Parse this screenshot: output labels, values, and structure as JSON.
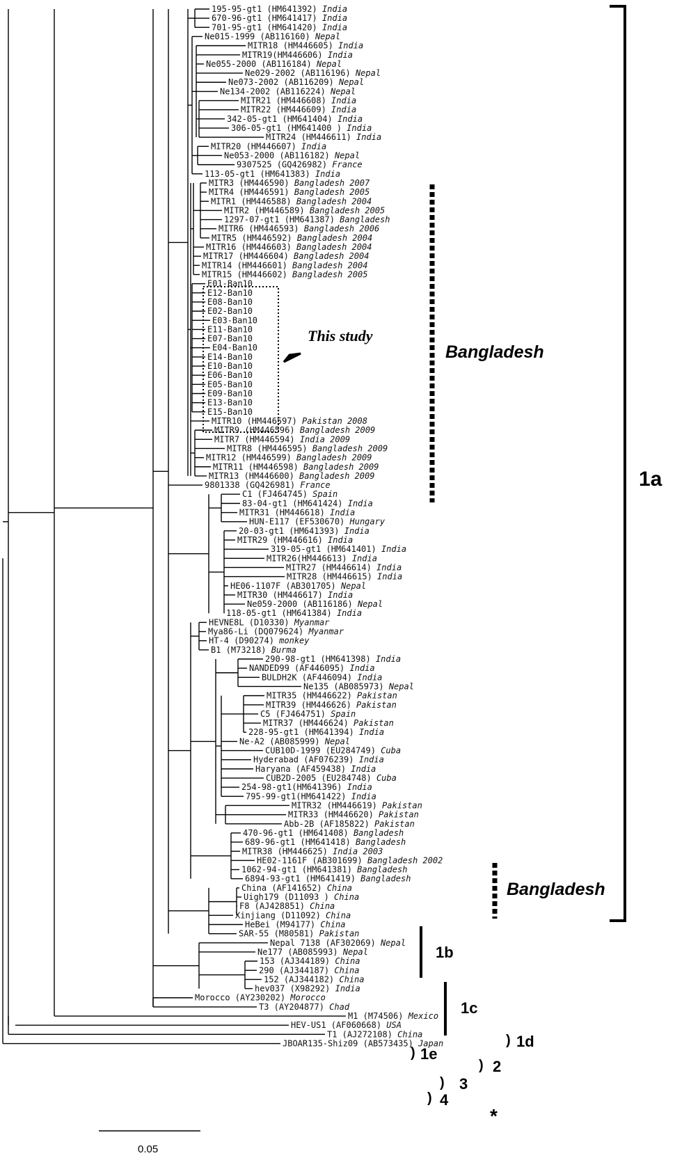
{
  "taxa": [
    {
      "id": "195-95-gt1 (HM641392)",
      "country": "India"
    },
    {
      "id": "670-96-gt1 (HM641417)",
      "country": "India"
    },
    {
      "id": "701-95-gt1 (HM641420)",
      "country": "India"
    },
    {
      "id": "Ne015-1999 (AB116160)",
      "country": "Nepal"
    },
    {
      "id": "MITR18 (HM446605)",
      "country": "India"
    },
    {
      "id": "MITR19(HM446606)",
      "country": "India"
    },
    {
      "id": "Ne055-2000 (AB116184)",
      "country": "Nepal"
    },
    {
      "id": "Ne029-2002 (AB116196)",
      "country": "Nepal"
    },
    {
      "id": "Ne073-2002 (AB116209)",
      "country": "Nepal"
    },
    {
      "id": "Ne134-2002 (AB116224)",
      "country": "Nepal"
    },
    {
      "id": "MITR21 (HM446608)",
      "country": "India"
    },
    {
      "id": "MITR22 (HM446609)",
      "country": "India"
    },
    {
      "id": "342-05-gt1 (HM641404)",
      "country": "India"
    },
    {
      "id": "306-05-gt1 (HM641400 )",
      "country": "India"
    },
    {
      "id": "MITR24 (HM446611)",
      "country": "India"
    },
    {
      "id": "MITR20 (HM446607)",
      "country": "India"
    },
    {
      "id": "Ne053-2000 (AB116182)",
      "country": "Nepal"
    },
    {
      "id": "9307525 (GQ426982)",
      "country": "France"
    },
    {
      "id": "113-05-gt1 (HM641383)",
      "country": "India"
    },
    {
      "id": "MITR3 (HM446590)",
      "country": "Bangladesh 2007"
    },
    {
      "id": "MITR4 (HM446591)",
      "country": "Bangladesh 2005"
    },
    {
      "id": "MITR1 (HM446588)",
      "country": "Bangladesh 2004"
    },
    {
      "id": "MITR2 (HM446589)",
      "country": "Bangladesh 2005"
    },
    {
      "id": "1297-07-gt1 (HM641387)",
      "country": "Bangladesh"
    },
    {
      "id": "MITR6 (HM446593)",
      "country": "Bangladesh 2006"
    },
    {
      "id": "MITR5 (HM446592)",
      "country": "Bangladesh 2004"
    },
    {
      "id": "MITR16 (HM446603)",
      "country": "Bangladesh 2004"
    },
    {
      "id": "MITR17 (HM446604)",
      "country": "Bangladesh 2004"
    },
    {
      "id": "MITR14 (HM446601)",
      "country": "Bangladesh 2004"
    },
    {
      "id": "MITR15 (HM446602)",
      "country": "Bangladesh 2005"
    },
    {
      "id": "E01-Ban10",
      "country": ""
    },
    {
      "id": "E12-Ban10",
      "country": ""
    },
    {
      "id": "E08-Ban10",
      "country": ""
    },
    {
      "id": "E02-Ban10",
      "country": ""
    },
    {
      "id": "E03-Ban10",
      "country": ""
    },
    {
      "id": "E11-Ban10",
      "country": ""
    },
    {
      "id": "E07-Ban10",
      "country": ""
    },
    {
      "id": "E04-Ban10",
      "country": ""
    },
    {
      "id": "E14-Ban10",
      "country": ""
    },
    {
      "id": "E10-Ban10",
      "country": ""
    },
    {
      "id": "E06-Ban10",
      "country": ""
    },
    {
      "id": "E05-Ban10",
      "country": ""
    },
    {
      "id": "E09-Ban10",
      "country": ""
    },
    {
      "id": "E13-Ban10",
      "country": ""
    },
    {
      "id": "E15-Ban10",
      "country": ""
    },
    {
      "id": "MITR10 (HM446597)",
      "country": "Pakistan 2008"
    },
    {
      "id": "MITR9 (HM446596)",
      "country": "Bangladesh 2009"
    },
    {
      "id": "MITR7 (HM446594)",
      "country": "India 2009"
    },
    {
      "id": "MITR8 (HM446595)",
      "country": "Bangladesh 2009"
    },
    {
      "id": "MITR12 (HM446599)",
      "country": "Bangladesh 2009"
    },
    {
      "id": "MITR11 (HM446598)",
      "country": "Bangladesh 2009"
    },
    {
      "id": "MITR13 (HM446600)",
      "country": "Bangladesh 2009"
    },
    {
      "id": "9801338 (GQ426981)",
      "country": "France"
    },
    {
      "id": "C1 (FJ464745)",
      "country": "Spain"
    },
    {
      "id": "83-04-gt1 (HM641424)",
      "country": "India"
    },
    {
      "id": "MITR31 (HM446618)",
      "country": "India"
    },
    {
      "id": "HUN-E117 (EF530670)",
      "country": "Hungary"
    },
    {
      "id": "20-03-gt1 (HM641393)",
      "country": "India"
    },
    {
      "id": "MITR29 (HM446616)",
      "country": "India"
    },
    {
      "id": "319-05-gt1 (HM641401)",
      "country": "India"
    },
    {
      "id": "MITR26(HM446613)",
      "country": "India"
    },
    {
      "id": "MITR27 (HM446614)",
      "country": "India"
    },
    {
      "id": "MITR28 (HM446615)",
      "country": "India"
    },
    {
      "id": "HE06-1107F (AB301705)",
      "country": "Nepal"
    },
    {
      "id": "MITR30 (HM446617)",
      "country": "India"
    },
    {
      "id": "Ne059-2000 (AB116186)",
      "country": "Nepal"
    },
    {
      "id": "118-05-gt1 (HM641384)",
      "country": "India"
    },
    {
      "id": "HEVNE8L (D10330)",
      "country": "Myanmar"
    },
    {
      "id": "Mya86-Li (DQ079624)",
      "country": "Myanmar"
    },
    {
      "id": "HT-4 (D90274)",
      "country": "monkey"
    },
    {
      "id": "B1 (M73218)",
      "country": "Burma"
    },
    {
      "id": "290-98-gt1 (HM641398)",
      "country": "India"
    },
    {
      "id": "NANDED99 (AF446095)",
      "country": "India"
    },
    {
      "id": "BULDH2K (AF446094)",
      "country": "India"
    },
    {
      "id": "Ne135 (AB085973)",
      "country": "Nepal"
    },
    {
      "id": "MITR35 (HM446622)",
      "country": "Pakistan"
    },
    {
      "id": "MITR39 (HM446626)",
      "country": "Pakistan"
    },
    {
      "id": "C5 (FJ464751)",
      "country": "Spain"
    },
    {
      "id": "MITR37 (HM446624)",
      "country": "Pakistan"
    },
    {
      "id": "228-95-gt1 (HM641394)",
      "country": "India"
    },
    {
      "id": "Ne-A2 (AB085999)",
      "country": "Nepal"
    },
    {
      "id": "CUB10D-1999 (EU284749)",
      "country": "Cuba"
    },
    {
      "id": "Hyderabad (AF076239)",
      "country": "India"
    },
    {
      "id": "Haryana (AF459438)",
      "country": "India"
    },
    {
      "id": "CUB2D-2005 (EU284748)",
      "country": "Cuba"
    },
    {
      "id": "254-98-gt1(HM641396)",
      "country": "India"
    },
    {
      "id": "795-99-gt1(HM641422)",
      "country": "India"
    },
    {
      "id": "MITR32 (HM446619)",
      "country": "Pakistan"
    },
    {
      "id": "MITR33 (HM446620)",
      "country": "Pakistan"
    },
    {
      "id": "Abb-2B (AF185822)",
      "country": "Pakistan"
    },
    {
      "id": "470-96-gt1 (HM641408)",
      "country": "Bangladesh"
    },
    {
      "id": "689-96-gt1 (HM641418)",
      "country": "Bangladesh"
    },
    {
      "id": "MITR38 (HM446625)",
      "country": "India 2003"
    },
    {
      "id": "HE02-1161F (AB301699)",
      "country": "Bangladesh 2002"
    },
    {
      "id": "1062-94-gt1 (HM641381)",
      "country": "Bangladesh"
    },
    {
      "id": "6894-93-gt1 (HM641419)",
      "country": "Bangladesh"
    },
    {
      "id": "China (AF141652)",
      "country": "China"
    },
    {
      "id": "Uigh179 (D11093 )",
      "country": "China"
    },
    {
      "id": "F8 (AJ428851)",
      "country": "China"
    },
    {
      "id": "Xinjiang (D11092)",
      "country": "China"
    },
    {
      "id": "HeBei (M94177)",
      "country": "China"
    },
    {
      "id": "SAR-55 (M80581)",
      "country": "Pakistan"
    },
    {
      "id": "Nepal 7138 (AF302069)",
      "country": "Nepal"
    },
    {
      "id": "Ne177 (AB085993)",
      "country": "Nepal"
    },
    {
      "id": "153 (AJ344189)",
      "country": "China"
    },
    {
      "id": "290 (AJ344187)",
      "country": "China"
    },
    {
      "id": "152 (AJ344182)",
      "country": "China"
    },
    {
      "id": "hev037 (X98292)",
      "country": "India"
    },
    {
      "id": "Morocco (AY230202)",
      "country": "Morocco"
    },
    {
      "id": "T3 (AY204877)",
      "country": "Chad"
    },
    {
      "id": "M1 (M74506)",
      "country": "Mexico"
    },
    {
      "id": "HEV-US1 (AF060668)",
      "country": "USA"
    },
    {
      "id": "T1 (AJ272108)",
      "country": "China"
    },
    {
      "id": "JBOAR135-Shiz09 (AB573435)",
      "country": "Japan"
    }
  ],
  "labels": {
    "this_study": "This study",
    "bangladesh_1": "Bangladesh",
    "bangladesh_2": "Bangladesh",
    "g1a": "1a",
    "g1b": "1b",
    "g1c": "1c",
    "g1d": "1d",
    "g1e": "1e",
    "g2": "2",
    "g3": "3",
    "g4": "4",
    "outgroup": "*",
    "scale": "0.05"
  }
}
